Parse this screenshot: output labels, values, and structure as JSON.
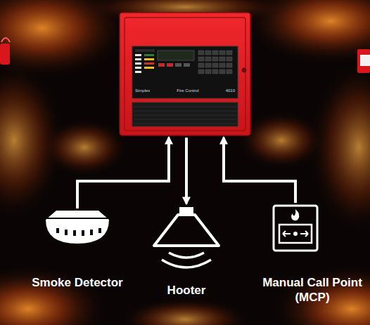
{
  "diagram": {
    "nodes": [
      {
        "text": [
          "Simplex",
          "Fire Control",
          "4010"
        ]
      },
      {
        "text": [
          "Smoke Detector"
        ]
      },
      {
        "text": [
          "Hooter"
        ]
      },
      {
        "text": [
          "Manual Call Point (MCP)"
        ]
      }
    ],
    "edges": [
      {
        "from": 1,
        "to": 0,
        "arrow": "to"
      },
      {
        "from": 0,
        "to": 2,
        "arrow": "to"
      },
      {
        "from": 3,
        "to": 0,
        "arrow": "to"
      }
    ]
  }
}
